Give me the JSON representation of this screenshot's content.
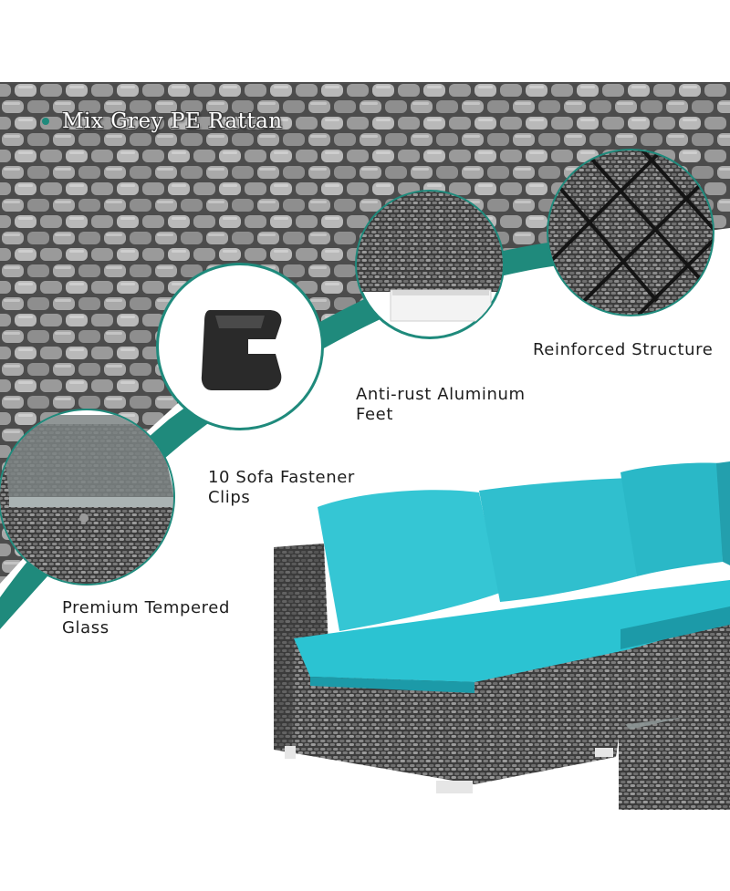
{
  "colors": {
    "accent_teal": "#1f8a7c",
    "cushion_turquoise": "#2bc3d2",
    "rattan_dark": "#4a4a4a",
    "rattan_light": "#b5b5b5",
    "background": "#ffffff"
  },
  "title": "Mix Grey PE Rattan",
  "features": [
    {
      "id": "reinforced",
      "lines": [
        "Reinforced Structure"
      ]
    },
    {
      "id": "feet",
      "lines": [
        "Anti-rust Aluminum",
        "Feet"
      ]
    },
    {
      "id": "clips",
      "lines": [
        "10 Sofa Fastener",
        "Clips"
      ]
    },
    {
      "id": "glass",
      "lines": [
        "Premium Tempered",
        "Glass"
      ]
    }
  ]
}
